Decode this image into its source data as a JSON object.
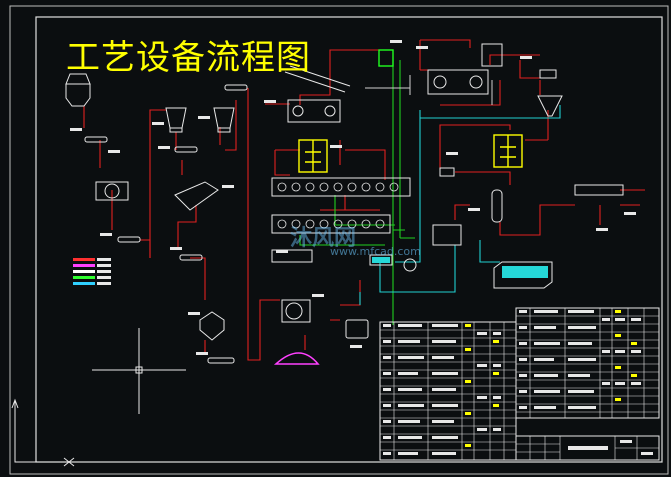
{
  "diagram": {
    "title": "工艺设备流程图",
    "colors": {
      "frame": "#d8d8d8",
      "pipe_red": "#e02020",
      "pipe_green": "#20d020",
      "pipe_cyan": "#20d0d0",
      "title": "#ffff00",
      "equipment": "#e8e8e8",
      "highlight": "#ffff00",
      "pink": "#ff40ff"
    },
    "legend_colors": [
      "#ff3030",
      "#ff40ff",
      "#ffffff",
      "#30ff30",
      "#30d0ff"
    ],
    "watermark": {
      "text": "沐风网",
      "sub": "www.mfcad.com"
    }
  }
}
